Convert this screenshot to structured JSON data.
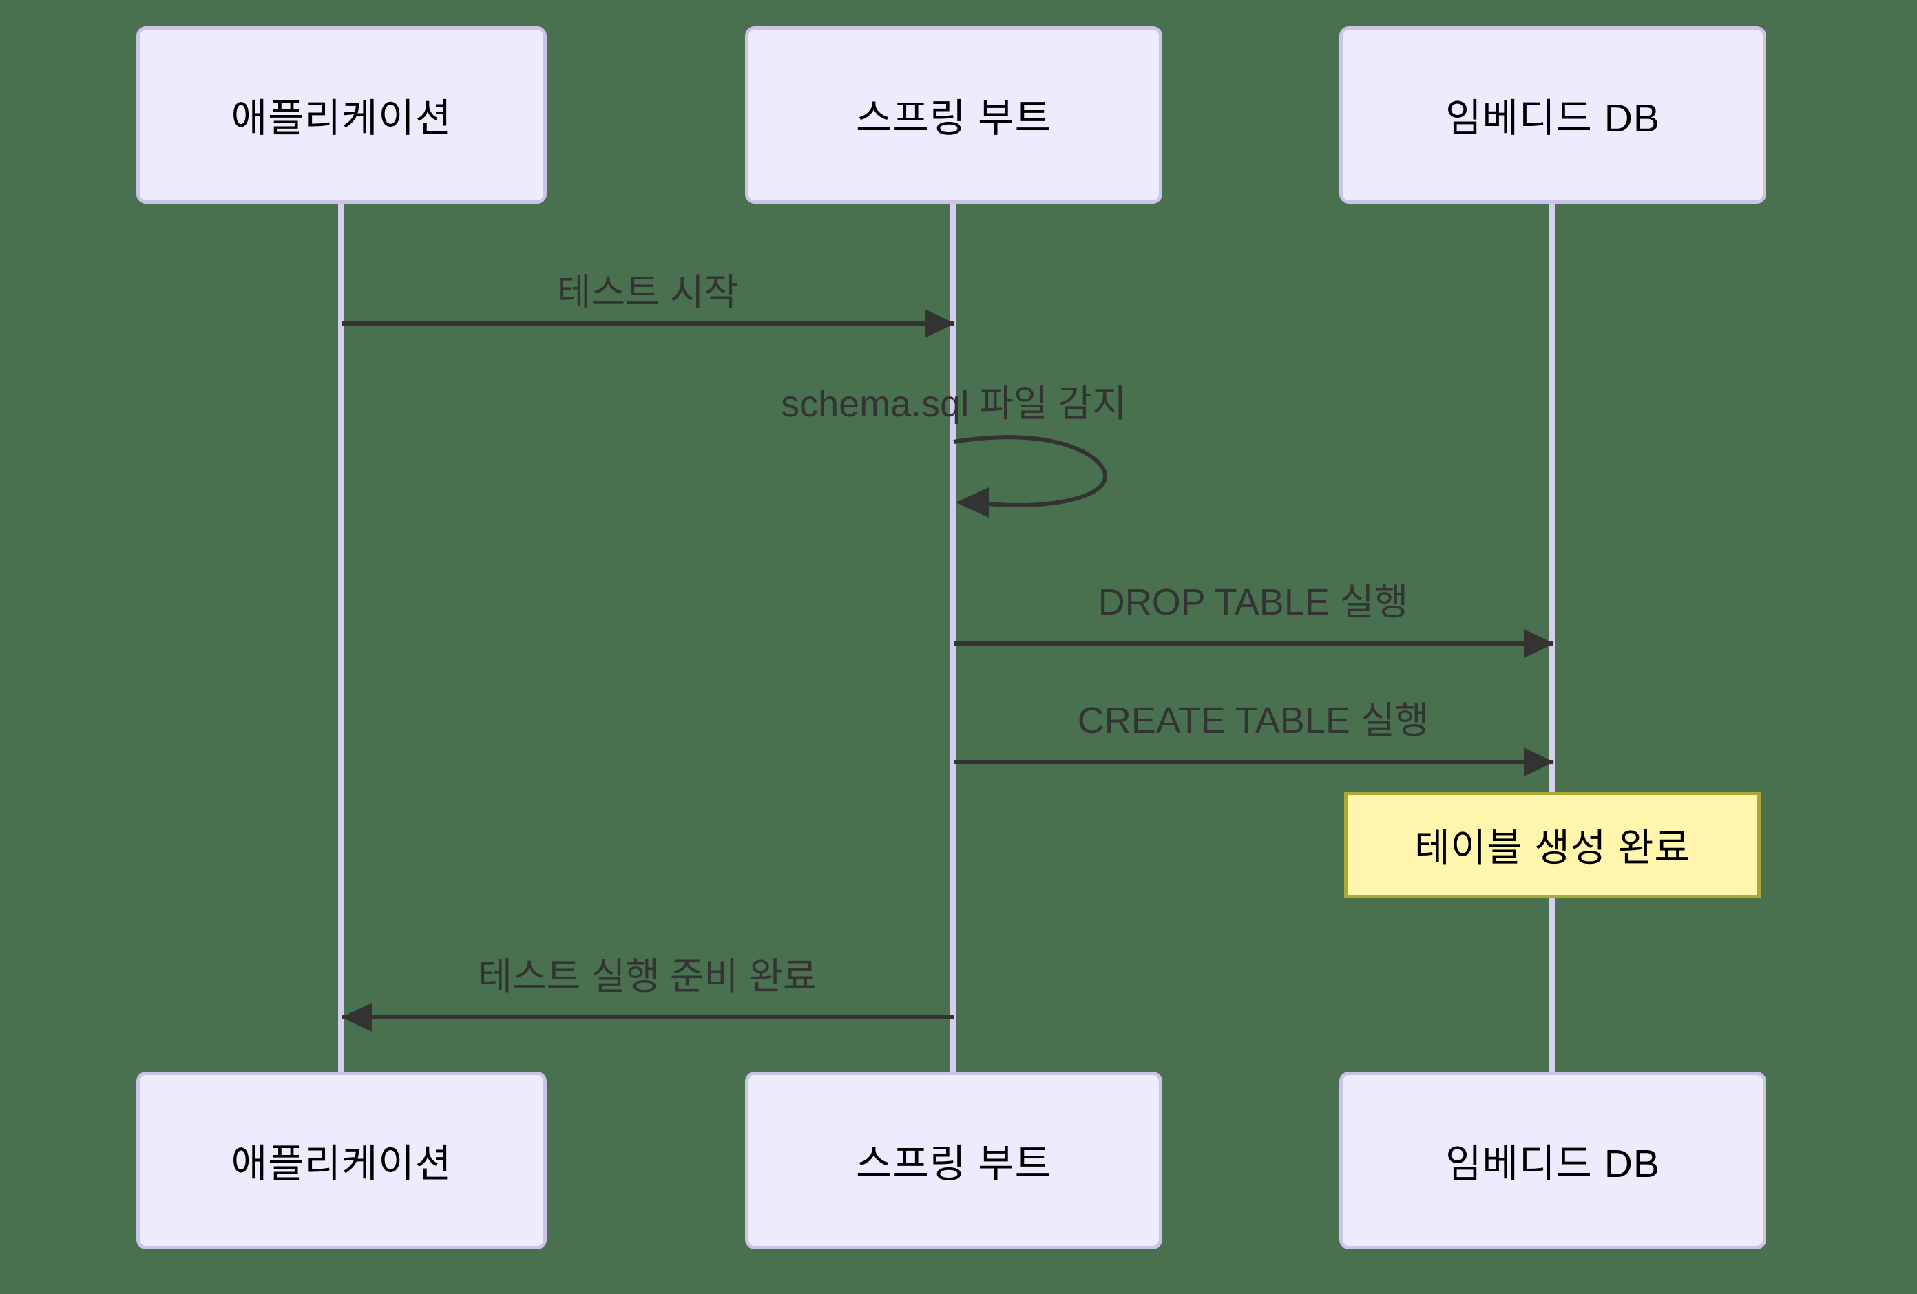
{
  "diagram_type": "sequence-diagram",
  "actors": [
    {
      "label": "애플리케이션"
    },
    {
      "label": "스프링 부트"
    },
    {
      "label": "임베디드 DB"
    }
  ],
  "messages": [
    {
      "label": "테스트 시작",
      "from": "애플리케이션",
      "to": "스프링 부트",
      "type": "solid_arrow"
    },
    {
      "label": "schema.sql 파일 감지",
      "from": "스프링 부트",
      "to": "스프링 부트",
      "type": "self_arrow"
    },
    {
      "label": "DROP TABLE 실행",
      "from": "스프링 부트",
      "to": "임베디드 DB",
      "type": "solid_arrow"
    },
    {
      "label": "CREATE TABLE 실행",
      "from": "스프링 부트",
      "to": "임베디드 DB",
      "type": "solid_arrow"
    },
    {
      "label": "테스트 실행 준비 완료",
      "from": "스프링 부트",
      "to": "애플리케이션",
      "type": "solid_arrow"
    }
  ],
  "note": {
    "label": "테이블 생성 완료",
    "over": "임베디드 DB"
  },
  "colors": {
    "background": "#49714F",
    "actor_fill": "#ECECFC",
    "actor_border": "#CBC3E8",
    "lifeline": "#D7CEEF",
    "message_line": "#333333",
    "message_text": "#333333",
    "actor_text": "#000000",
    "note_fill": "#FFF5AD",
    "note_border": "#AAAA33",
    "note_text": "#000000"
  }
}
